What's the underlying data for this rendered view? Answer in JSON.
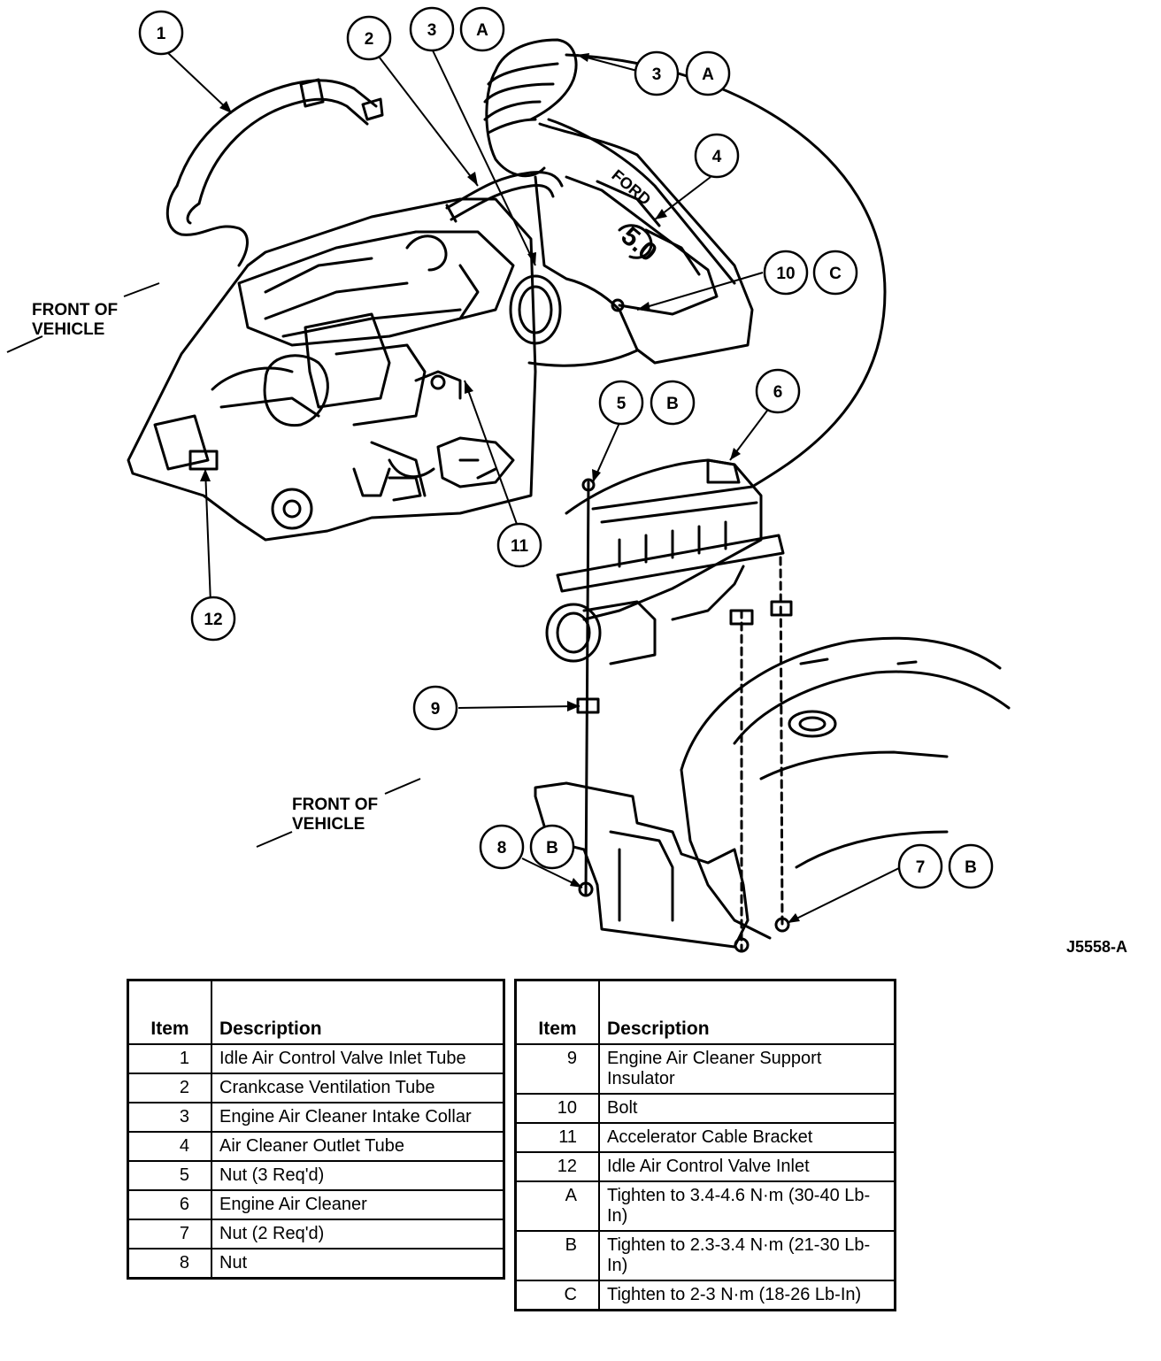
{
  "figure_id": "J5558-A",
  "direction_labels": [
    {
      "line1": "FRONT OF",
      "line2": "VEHICLE"
    },
    {
      "line1": "FRONT OF",
      "line2": "VEHICLE"
    }
  ],
  "callouts": [
    "1",
    "2",
    "3",
    "A",
    "3",
    "A",
    "4",
    "10",
    "C",
    "5",
    "B",
    "6",
    "11",
    "12",
    "9",
    "8",
    "B",
    "7",
    "B"
  ],
  "part_markings": [
    "5.0",
    "FORD"
  ],
  "legend": {
    "header_item": "Item",
    "header_description": "Description",
    "left": [
      {
        "item": "1",
        "description": "Idle Air Control Valve Inlet Tube"
      },
      {
        "item": "2",
        "description": "Crankcase Ventilation Tube"
      },
      {
        "item": "3",
        "description": "Engine Air Cleaner Intake Collar"
      },
      {
        "item": "4",
        "description": "Air Cleaner Outlet Tube"
      },
      {
        "item": "5",
        "description": "Nut (3 Req'd)"
      },
      {
        "item": "6",
        "description": "Engine Air Cleaner"
      },
      {
        "item": "7",
        "description": "Nut (2 Req'd)"
      },
      {
        "item": "8",
        "description": "Nut"
      }
    ],
    "right": [
      {
        "item": "9",
        "description": "Engine Air Cleaner Support Insulator"
      },
      {
        "item": "10",
        "description": "Bolt"
      },
      {
        "item": "11",
        "description": "Accelerator Cable Bracket"
      },
      {
        "item": "12",
        "description": "Idle Air Control Valve Inlet"
      },
      {
        "item": "A",
        "description": "Tighten to 3.4-4.6 N·m (30-40 Lb-In)"
      },
      {
        "item": "B",
        "description": "Tighten to 2.3-3.4 N·m (21-30 Lb-In)"
      },
      {
        "item": "C",
        "description": "Tighten to 2-3 N·m (18-26 Lb-In)"
      }
    ]
  }
}
